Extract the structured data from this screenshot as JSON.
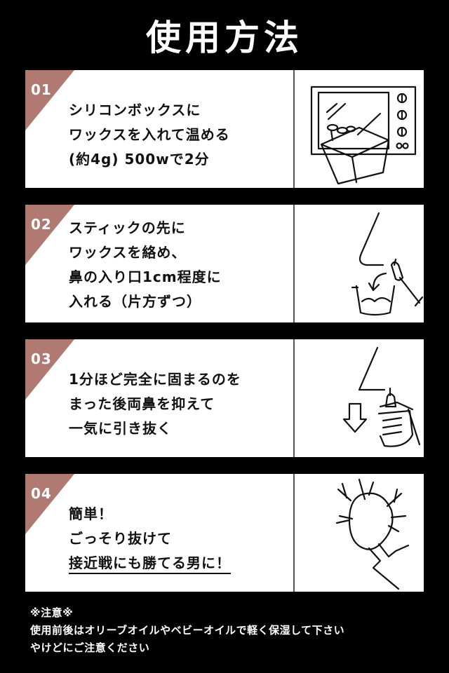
{
  "title": "使用方法",
  "steps": [
    {
      "num": "01",
      "lines": [
        "シリコンボックスに",
        "ワックスを入れて温める",
        "(約4g) 500wで2分"
      ],
      "illustration": "microwave-box-icon"
    },
    {
      "num": "02",
      "lines": [
        "スティックの先に",
        "ワックスを絡め、",
        "鼻の入り口1cm程度に",
        "入れる（片方ずつ）"
      ],
      "illustration": "nose-stick-icon"
    },
    {
      "num": "03",
      "lines": [
        "1分ほど完全に固まるのを",
        "まった後両鼻を抑えて",
        "一気に引き抜く"
      ],
      "illustration": "pull-out-icon"
    },
    {
      "num": "04",
      "lines": [
        "簡単！",
        "ごっそり抜けて",
        "接近戦にも勝てる男に！"
      ],
      "illustration": "hair-removed-icon"
    }
  ],
  "note": {
    "heading": "※注意※",
    "line1": "使用前後はオリーブオイルやベビーオイルで軽く保湿して下さい",
    "line2": "やけどにご注意ください"
  },
  "colors": {
    "background": "#000000",
    "accent": "#b07a73",
    "card": "#ffffff"
  }
}
